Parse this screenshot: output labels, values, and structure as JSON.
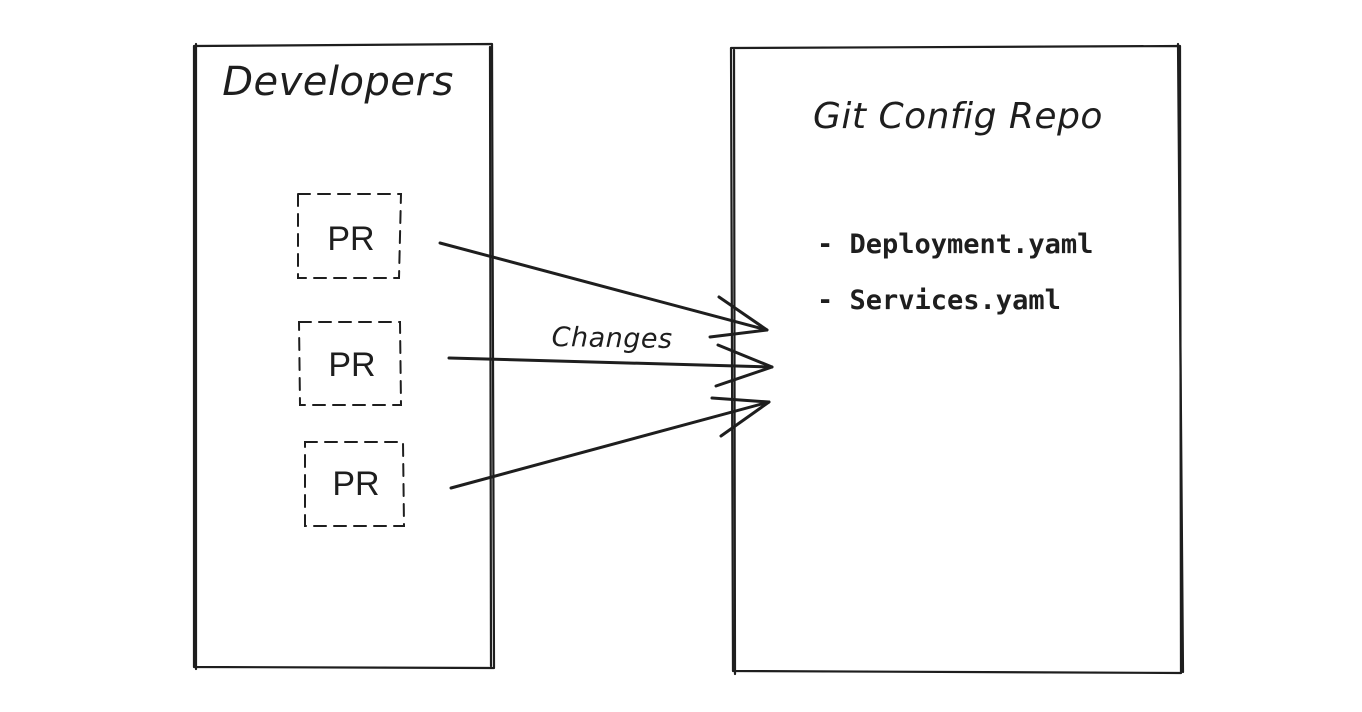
{
  "developers": {
    "title": "Developers",
    "prs": [
      {
        "label": "PR"
      },
      {
        "label": "PR"
      },
      {
        "label": "PR"
      }
    ]
  },
  "flow": {
    "label": "Changes"
  },
  "repo": {
    "title": "Git Config Repo",
    "files": [
      {
        "label": "- Deployment.yaml"
      },
      {
        "label": "- Services.yaml"
      }
    ]
  }
}
